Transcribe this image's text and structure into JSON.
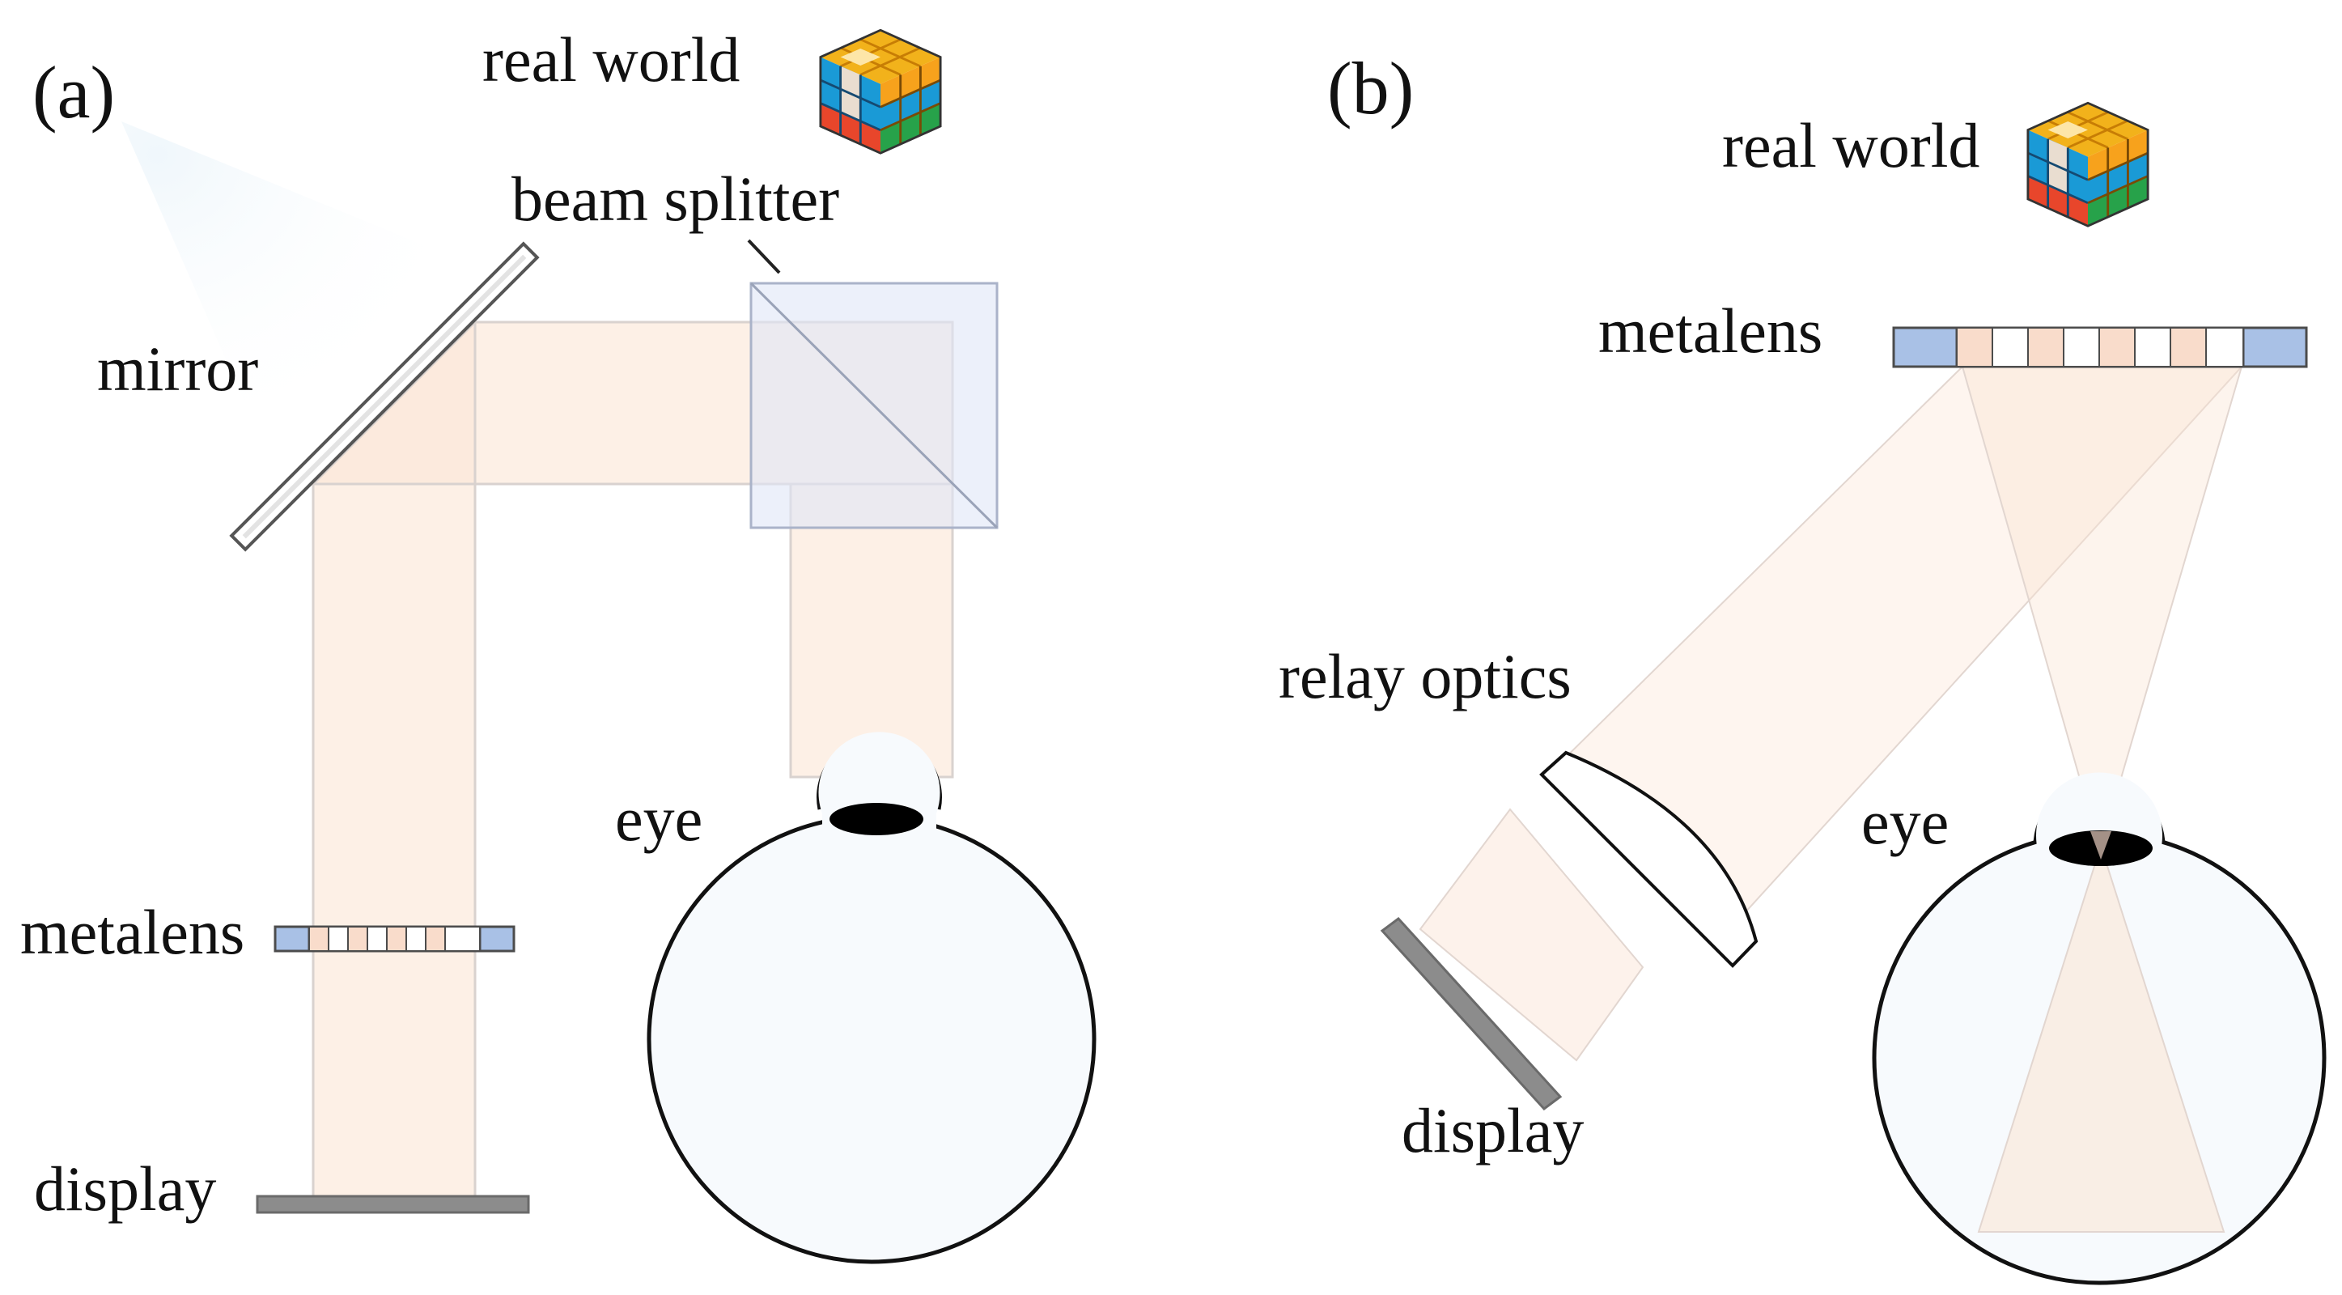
{
  "panels": [
    {
      "id": "a",
      "label": "(a)",
      "labels": {
        "real_world": "real world",
        "beam_splitter": "beam splitter",
        "mirror": "mirror",
        "eye": "eye",
        "metalens": "metalens",
        "display": "display"
      }
    },
    {
      "id": "b",
      "label": "(b)",
      "labels": {
        "real_world": "real world",
        "metalens": "metalens",
        "relay_optics": "relay optics",
        "eye": "eye",
        "display": "display"
      }
    }
  ],
  "colors": {
    "beam": "#fbe3d2",
    "beam_edge": "#d9d2cf",
    "metalens_end": "#a9c1e6",
    "metalens_pink": "#f9dccb",
    "beam_splitter": "#dfe6f7",
    "eye_fill": "#f7fafd",
    "display": "#8c8c8c",
    "pupil": "#000000",
    "outline": "#111111"
  },
  "icons": [
    "rubiks-cube-icon"
  ]
}
